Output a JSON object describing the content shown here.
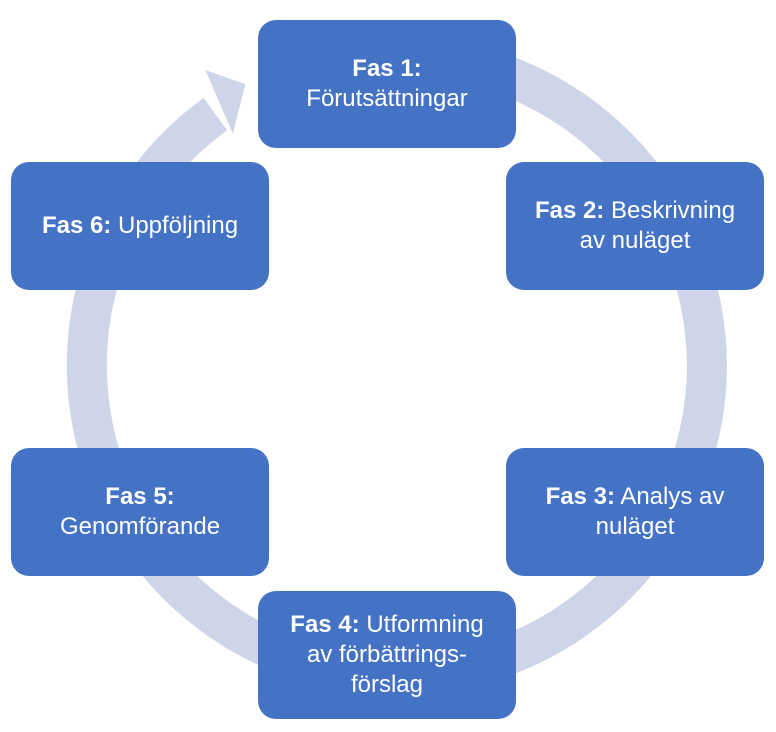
{
  "diagram": {
    "ring_color": "#cfd5e8",
    "box_color": "#4472c4",
    "text_color": "#ffffff",
    "phases": [
      {
        "num": "Fas 1:",
        "lines": [
          "",
          "Förutsättningar"
        ]
      },
      {
        "num": "Fas 2:",
        "lines": [
          " Beskrivning",
          "av nuläget"
        ]
      },
      {
        "num": "Fas 3:",
        "lines": [
          " Analys av",
          "nuläget"
        ]
      },
      {
        "num": "Fas 4:",
        "lines": [
          " Utformning",
          "av förbättrings-",
          "förslag"
        ]
      },
      {
        "num": "Fas 5:",
        "lines": [
          "",
          "Genomförande"
        ]
      },
      {
        "num": "Fas 6:",
        "lines": [
          " Uppföljning"
        ]
      }
    ]
  }
}
